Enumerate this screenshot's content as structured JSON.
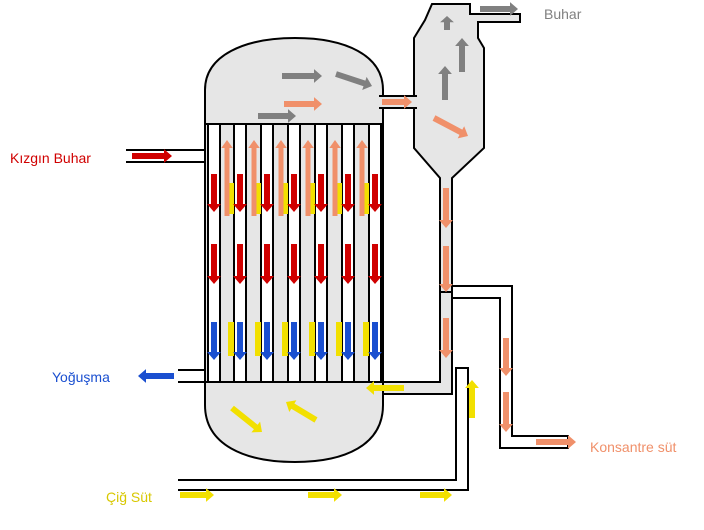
{
  "labels": {
    "steam_out": "Buhar",
    "superheated_steam": "Kızgın Buhar",
    "condensate": "Yoğuşma",
    "concentrate": "Konsantre süt",
    "raw_milk": "Çiğ Süt"
  },
  "colors": {
    "steam_out": "#808080",
    "superheated_steam": "#d00000",
    "condensate": "#1a4fd0",
    "concentrate": "#f0906a",
    "raw_milk": "#f2e000",
    "vessel_fill": "#e6e6e6",
    "outline": "#000000",
    "tube_fill": "#ffffff"
  },
  "icons": {
    "flow_arrow": "arrow-icon"
  }
}
